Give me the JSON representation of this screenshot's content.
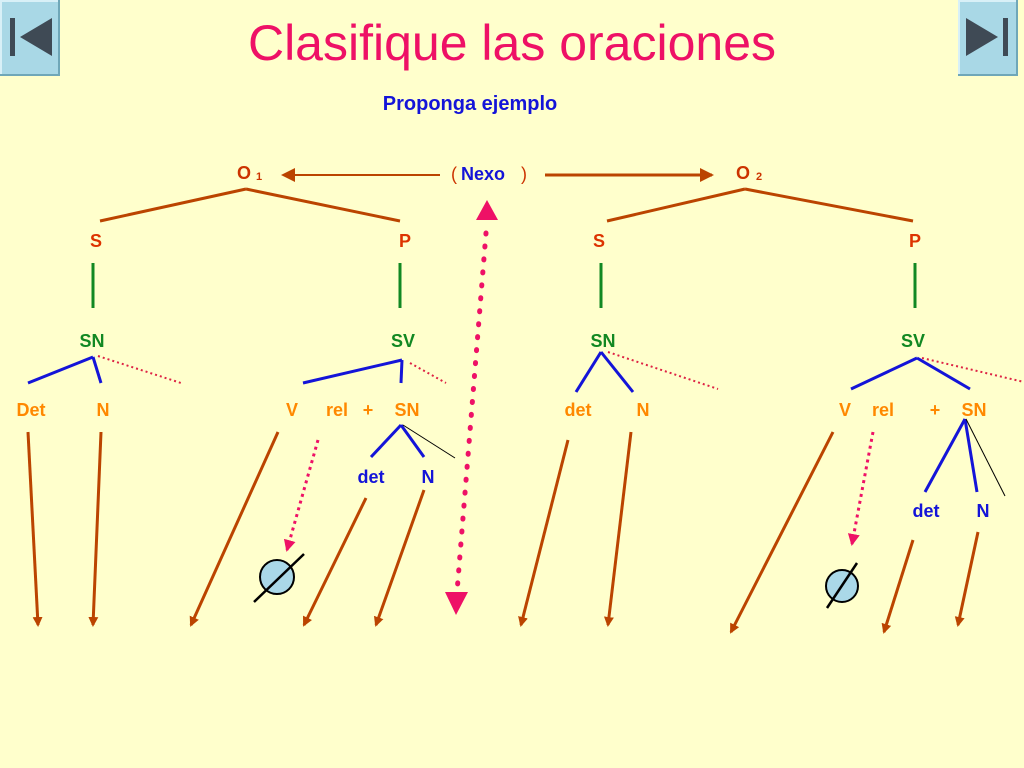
{
  "slide": {
    "title": "Clasifique las oraciones",
    "subtitle": "Proponga ejemplo"
  },
  "navigation": {
    "prev_icon": "first-slide-icon",
    "next_icon": "last-slide-icon"
  },
  "diagram": {
    "link": {
      "open": "(",
      "word": "Nexo",
      "close": ")"
    },
    "clauses": [
      {
        "head": "O",
        "index": "1",
        "subject": "S",
        "predicate": "P",
        "subject_phrase": "SN",
        "predicate_phrase": "SV",
        "sn_children": [
          "Det",
          "N"
        ],
        "sv_children": {
          "verb": "V",
          "rel": "rel",
          "plus": "+",
          "np": "SN"
        },
        "inner_np": [
          "det",
          "N"
        ]
      },
      {
        "head": "O",
        "index": "2",
        "subject": "S",
        "predicate": "P",
        "subject_phrase": "SN",
        "predicate_phrase": "SV",
        "sn_children": [
          "det",
          "N"
        ],
        "sv_children": {
          "verb": "V",
          "rel": "rel",
          "plus": "+",
          "np": "SN"
        },
        "inner_np": [
          "det",
          "N"
        ]
      }
    ],
    "empty_symbol": "null-set-icon"
  },
  "colors": {
    "background": "#ffffcc",
    "title": "#ee1166",
    "subtitle": "#1414d8",
    "clause_label": "#cc3300",
    "function_label": "#dd3300",
    "phrase_label": "#118822",
    "word_label": "#ff8800",
    "inner_word": "#1414d8",
    "brown_line": "#bb4400",
    "blue_line": "#1414d8",
    "green_line": "#118822",
    "pink_dots": "#ee1166",
    "nav_button": "#a9d8e6"
  }
}
